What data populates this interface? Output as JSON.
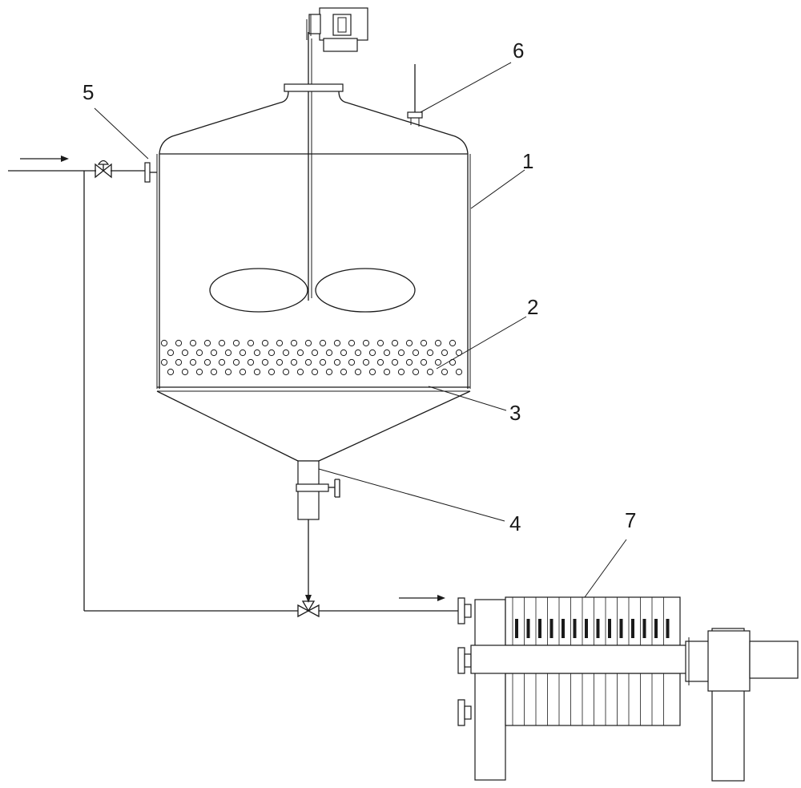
{
  "labels": {
    "tank": "1",
    "aeration_balls": "2",
    "sieve_plate": "3",
    "bottom_valve": "4",
    "inlet_flange": "5",
    "vent_pipe": "6",
    "filter_press": "7"
  },
  "colors": {
    "line": "#1a1a1a",
    "background": "#ffffff"
  }
}
